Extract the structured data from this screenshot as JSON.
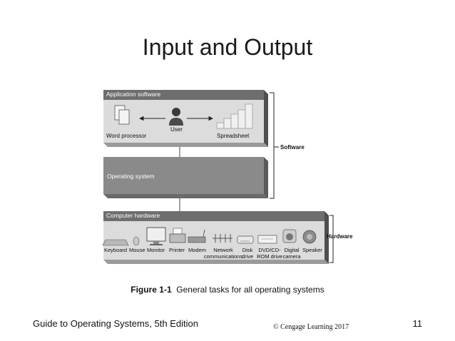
{
  "slide": {
    "title": "Input and Output",
    "caption_label": "Figure 1-1",
    "caption_text": "General tasks for all operating systems",
    "footer_left": "Guide to Operating Systems, 5th Edition",
    "footer_center": "© Cengage Learning  2017",
    "page_number": "11"
  },
  "diagram": {
    "application_layer": "Application software",
    "operating_system_layer": "Operating system",
    "hardware_layer": "Computer hardware",
    "app_items": {
      "word_processor": "Word processor",
      "user": "User",
      "spreadsheet": "Spreadsheet"
    },
    "software_bracket": "Software",
    "hardware_bracket": "Hardware",
    "hardware_items": {
      "keyboard": "Keyboard",
      "mouse": "Mouse",
      "monitor": "Monitor",
      "printer": "Printer",
      "modem": "Modem",
      "network_line1": "Network",
      "network_line2": "communications",
      "disk_line1": "Disk",
      "disk_line2": "drive",
      "dvd_line1": "DVD/CD-",
      "dvd_line2": "ROM drive",
      "camera_line1": "Digital",
      "camera_line2": "camera",
      "speaker": "Speaker"
    }
  },
  "colors": {
    "layer_dark": "#707070",
    "layer_side": "#555555",
    "layer_light": "#d8d8d8",
    "os_fill": "#8a8a8a"
  }
}
